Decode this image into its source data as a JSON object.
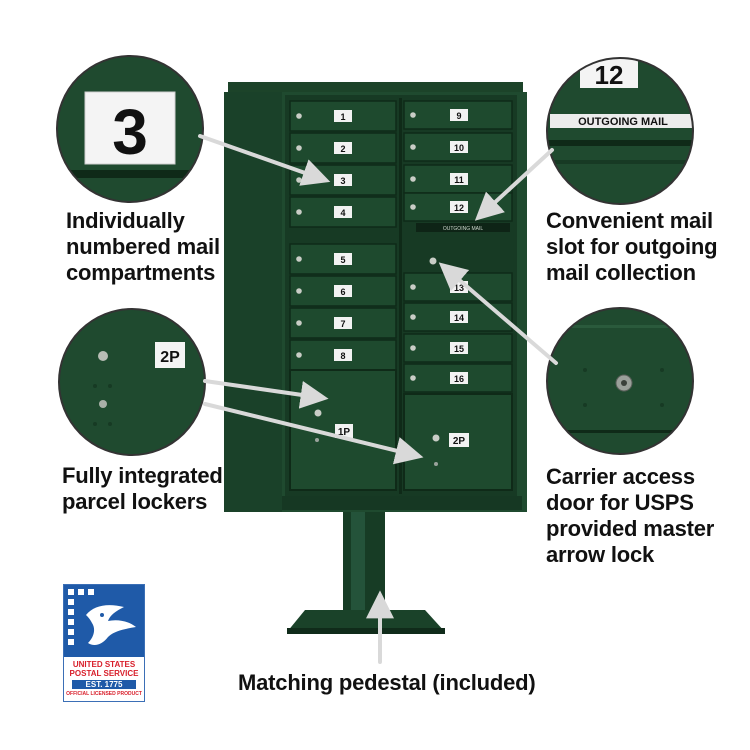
{
  "callouts": {
    "compartments": [
      "Individually",
      "numbered mail",
      "compartments"
    ],
    "outgoing": [
      "Convenient mail",
      "slot for outgoing",
      "mail collection"
    ],
    "parcel": [
      "Fully integrated",
      "parcel lockers"
    ],
    "carrier": [
      "Carrier access",
      "door for USPS",
      "provided master",
      "arrow lock"
    ],
    "pedestal": [
      "Matching pedestal (included)"
    ]
  },
  "zoom_labels": {
    "number_plate": "3",
    "outgoing_plate": "12",
    "outgoing_mail": "OUTGOING MAIL",
    "parcel_tag": "2P"
  },
  "cabinet": {
    "left_doors": [
      "1",
      "2",
      "3",
      "4",
      "5",
      "6",
      "7",
      "8"
    ],
    "right_doors": [
      "9",
      "10",
      "11",
      "12",
      "13",
      "14",
      "15",
      "16"
    ],
    "parcel_lockers": [
      "1P",
      "2P"
    ],
    "outgoing_slot": "OUTGOING MAIL"
  },
  "logo": {
    "line1": "UNITED STATES",
    "line2": "POSTAL SERVICE",
    "line3": "EST. 1775",
    "line4": "OFFICIAL LICENSED PRODUCT"
  },
  "colors": {
    "cabinet_green": "#1f4a2f",
    "cabinet_dark": "#163a24",
    "usps_blue": "#1f5aa8",
    "usps_red": "#d81e2a"
  }
}
